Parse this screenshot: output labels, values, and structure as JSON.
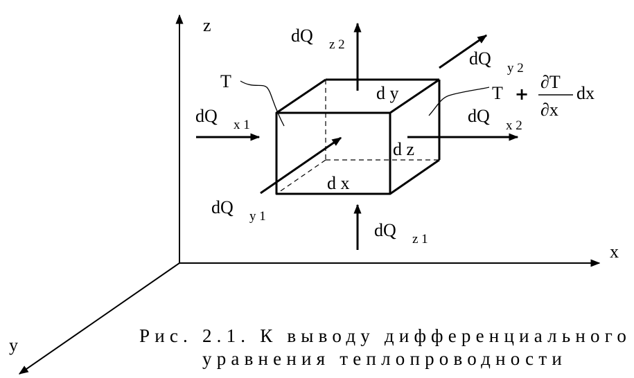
{
  "axes": {
    "x": "x",
    "y": "y",
    "z": "z"
  },
  "element": {
    "temperature_left": "T",
    "temperature_right": "T",
    "plus": "+",
    "partial_numerator": "∂T",
    "partial_denominator": "∂x",
    "dx_factor": "dx",
    "edge_dx": "d x",
    "edge_dy": "d y",
    "edge_dz": "d z"
  },
  "flows": {
    "qx1": {
      "main": "dQ",
      "sub": "x 1"
    },
    "qx2": {
      "main": "dQ",
      "sub": "x 2"
    },
    "qy1": {
      "main": "dQ",
      "sub": "y 1"
    },
    "qy2": {
      "main": "dQ",
      "sub": "y 2"
    },
    "qz1": {
      "main": "dQ",
      "sub": "z 1"
    },
    "qz2": {
      "main": "dQ",
      "sub": "z 2"
    }
  },
  "caption": {
    "line1": "Рис. 2.1. К выводу дифференциального",
    "line2": "уравнения теплопроводности"
  }
}
